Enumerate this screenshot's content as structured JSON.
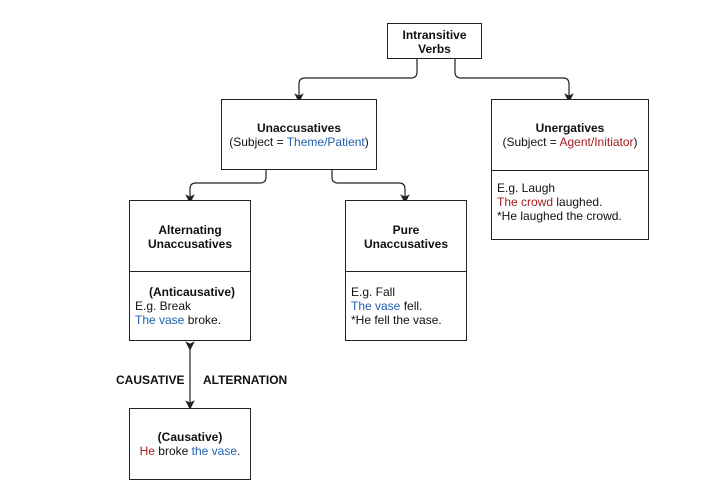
{
  "root": {
    "line1": "Intransitive",
    "line2": "Verbs"
  },
  "unaccusatives": {
    "title": "Unaccusatives",
    "subj_prefix": "(Subject = ",
    "subj_role": "Theme/Patient",
    "subj_suffix": ")"
  },
  "unergatives": {
    "title": "Unergatives",
    "subj_prefix": "(Subject = ",
    "subj_role": "Agent/Initiator",
    "subj_suffix": ")",
    "eg": "E.g. Laugh",
    "ex1_highlight": "The crowd",
    "ex1_rest": " laughed.",
    "ex2": "*He laughed the crowd."
  },
  "alternating": {
    "line1": "Alternating",
    "line2": "Unaccusatives",
    "sub": "(Anticausative)",
    "eg": "E.g. Break",
    "ex1_highlight": "The vase",
    "ex1_rest": " broke."
  },
  "pure": {
    "line1": "Pure",
    "line2": "Unaccusatives",
    "eg": "E.g. Fall",
    "ex1_highlight": "The vase",
    "ex1_rest": " fell.",
    "ex2": "*He fell the vase."
  },
  "causative": {
    "title": "(Causative)",
    "agent": "He",
    "mid": " broke ",
    "theme": "the vase",
    "end": "."
  },
  "alternation": {
    "left": "CAUSATIVE",
    "right": "ALTERNATION"
  }
}
